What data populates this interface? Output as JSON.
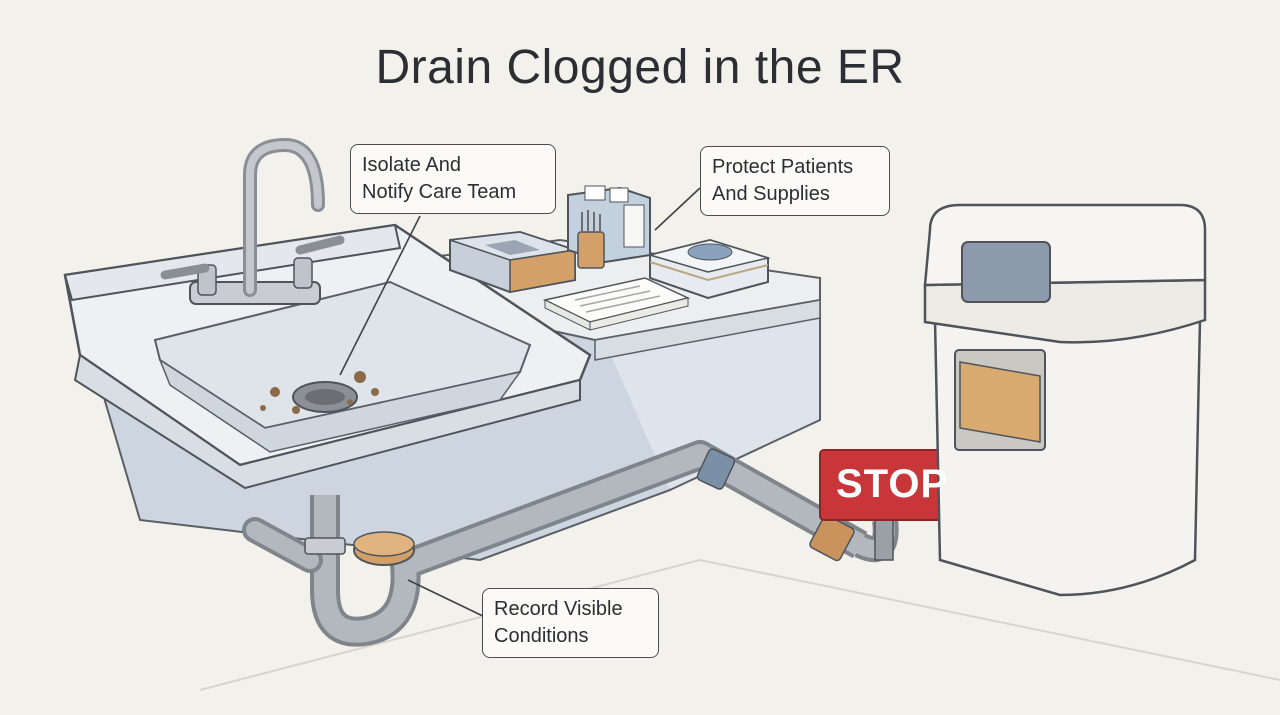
{
  "title": "Drain Clogged in the ER",
  "callouts": {
    "isolate": "Isolate And\nNotify Care Team",
    "protect": "Protect Patients\nAnd Supplies",
    "record": "Record Visible\nConditions"
  },
  "sign": {
    "text": "STOP",
    "color": "#c8363a"
  },
  "colors": {
    "background": "#f3f1ec",
    "outline": "#4a4d50",
    "cabinet": "#cdd6e0",
    "pipe": "#a9adb2",
    "cap": "#d4a06a"
  }
}
